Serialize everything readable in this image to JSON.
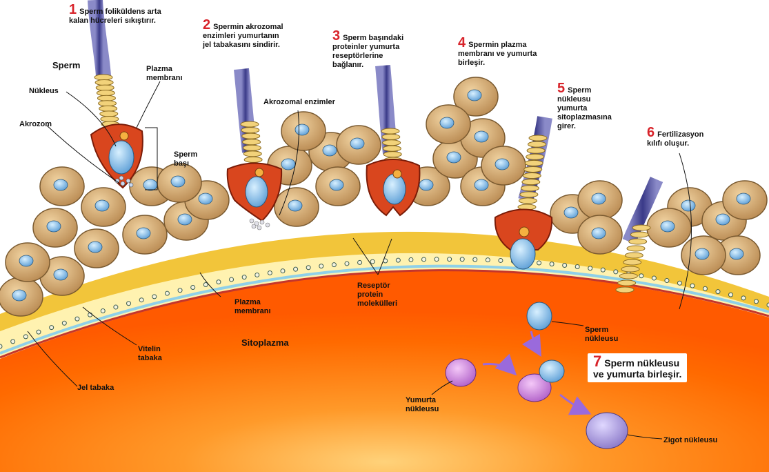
{
  "colors": {
    "egg_outer": "#f5a623",
    "egg_inner": "#ff6a00",
    "egg_core": "#ffd27a",
    "jelly_layer": "#f5cc3a",
    "vitelline_layer": "#fff3b0",
    "membrane_blue": "#8fd0e8",
    "membrane_red": "#c4362c",
    "cell_fill": "#d4a56a",
    "cell_stroke": "#7a5a30",
    "cell_nucleus": "#7ab0e0",
    "sperm_head": "#d9461e",
    "sperm_nucleus": "#9fd4ee",
    "sperm_midpiece": "#f2d27a",
    "sperm_tail": "#4a4a8c",
    "zygote": "#a080c8",
    "egg_nucleus": "#c878d8",
    "step_number": "#d8232a"
  },
  "steps": [
    {
      "number": "1",
      "text": "Sperm foliküldens arta\nkalan hücreleri sıkıştırır."
    },
    {
      "number": "2",
      "text": "Spermin akrozomal\nenzimleri yumurtanın\njel tabakasını sindirir."
    },
    {
      "number": "3",
      "text": "Sperm başındaki\nproteinler yumurta\nreseptörlerine\nbağlanır."
    },
    {
      "number": "4",
      "text": "Spermin plazma\nmembranı ve yumurta\nbirleşir."
    },
    {
      "number": "5",
      "text": "Sperm\nnükleusu\nyumurta\nsitoplazmasına\ngirer."
    },
    {
      "number": "6",
      "text": "Fertilizasyon\nkılıfı oluşur."
    },
    {
      "number": "7",
      "text": "Sperm nükleusu\nve yumurta birleşir."
    }
  ],
  "labels": {
    "sperm": "Sperm",
    "plasma_membrane_sperm": "Plazma\nmembranı",
    "nucleus": "Nükleus",
    "acrosome": "Akrozom",
    "sperm_head": "Sperm\nbaşı",
    "acrosomal_enzymes": "Akrozomal enzimler",
    "receptor_proteins": "Reseptör\nprotein\nmolekülleri",
    "plasma_membrane_egg": "Plazma\nmembranı",
    "cytoplasm": "Sitoplazma",
    "vitelline_layer": "Vitelin\ntabaka",
    "jelly_layer": "Jel tabaka",
    "sperm_nucleus": "Sperm\nnükleusu",
    "egg_nucleus": "Yumurta\nnükleusu",
    "zygote_nucleus": "Zigot nükleusu"
  }
}
